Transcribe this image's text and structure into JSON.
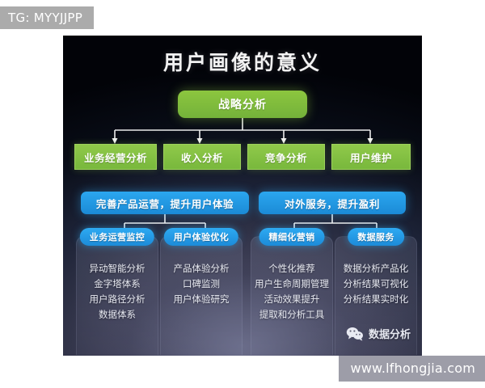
{
  "watermarks": {
    "top_left": "TG: MYYJJPP",
    "bottom_right": "www.lfhongjia.com"
  },
  "diagram": {
    "title": "用户画像的意义",
    "root": {
      "label": "战略分析",
      "color": "#8cc63f"
    },
    "level2": [
      {
        "label": "业务经营分析"
      },
      {
        "label": "收入分析"
      },
      {
        "label": "竞争分析"
      },
      {
        "label": "用户维护"
      }
    ],
    "groups": [
      {
        "label": "完善产品运营，提升用户体验",
        "color": "#2ba7ef"
      },
      {
        "label": "对外服务，提升盈利",
        "color": "#2ba7ef"
      }
    ],
    "columns": [
      {
        "header": "业务运营监控",
        "items": [
          "异动智能分析",
          "金字塔体系",
          "用户路径分析",
          "数据体系"
        ]
      },
      {
        "header": "用户体验优化",
        "items": [
          "产品体验分析",
          "口碑监测",
          "用户体验研究"
        ]
      },
      {
        "header": "精细化营销",
        "items": [
          "个性化推荐",
          "用户生命周期管理",
          "活动效果提升",
          "提取和分析工具"
        ]
      },
      {
        "header": "数据服务",
        "items": [
          "数据分析产品化",
          "分析结果可视化",
          "分析结果实时化"
        ]
      }
    ]
  },
  "logo": {
    "icon": "wechat-icon",
    "text": "数据分析"
  }
}
